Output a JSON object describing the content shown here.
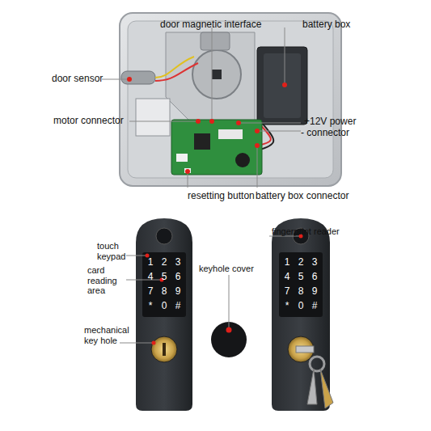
{
  "diagram": {
    "labels": [
      "door magnetic interface",
      "battery box",
      "door sensor",
      "motor connector",
      "+12V power",
      "- connector",
      "resetting button",
      "battery box connector",
      "touch keypad",
      "card reading area",
      "mechanical key hole",
      "keyhole cover",
      "fingerprint reader",
      "1",
      "2",
      "3",
      "4",
      "5",
      "6",
      "7",
      "8",
      "9",
      "*",
      "0",
      "#",
      "1",
      "2",
      "3",
      "4",
      "5",
      "6",
      "7",
      "8",
      "9",
      "*",
      "0",
      "#"
    ]
  }
}
